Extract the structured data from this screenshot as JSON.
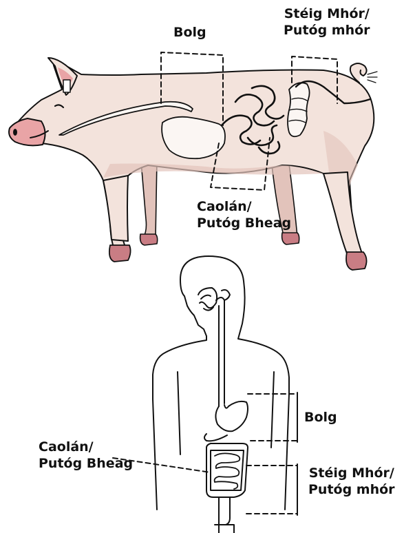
{
  "pig": {
    "labels": {
      "stomach": "Bolg",
      "large_intestine": [
        "Stéig Mhór/",
        "Putóg mhór"
      ],
      "small_intestine": [
        "Caolán/",
        "Putóg Bheag"
      ]
    }
  },
  "human": {
    "labels": {
      "stomach": "Bolg",
      "small_intestine": [
        "Caolán/",
        "Putóg Bheag"
      ],
      "large_intestine": [
        "Stéig Mhór/",
        "Putóg mhór"
      ]
    }
  },
  "colors": {
    "pig_body": "#f3e3dc",
    "pig_shade": "#e2c3bb",
    "pig_snout": "#e9a4a6",
    "pig_hoof": "#c97d84",
    "pig_organ": "#fbf6f3",
    "outline": "#111111"
  }
}
